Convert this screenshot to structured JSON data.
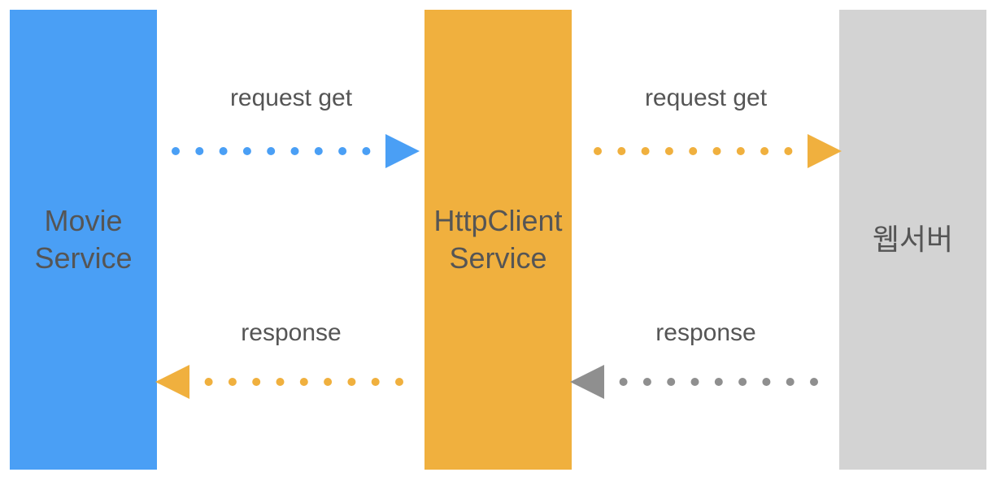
{
  "lanes": {
    "movie": {
      "title": "Movie\nService",
      "color": "#4a9ff5"
    },
    "http": {
      "title": "HttpClient\nService",
      "color": "#f0b03e"
    },
    "web": {
      "title": "웹서버",
      "color": "#d3d3d3"
    }
  },
  "labels": {
    "request_1": "request get",
    "request_2": "request get",
    "response_1": "response",
    "response_2": "response"
  },
  "arrows": [
    {
      "id": "req-movie-to-http",
      "name": "request-arrow-movie-to-http",
      "direction": "right",
      "color": "#4a9ff5"
    },
    {
      "id": "req-http-to-web",
      "name": "request-arrow-http-to-web",
      "direction": "right",
      "color": "#f0b03e"
    },
    {
      "id": "resp-http-to-movie",
      "name": "response-arrow-http-to-movie",
      "direction": "left",
      "color": "#f0b03e"
    },
    {
      "id": "resp-web-to-http",
      "name": "response-arrow-web-to-http",
      "direction": "left",
      "color": "#8f8f8f"
    }
  ]
}
